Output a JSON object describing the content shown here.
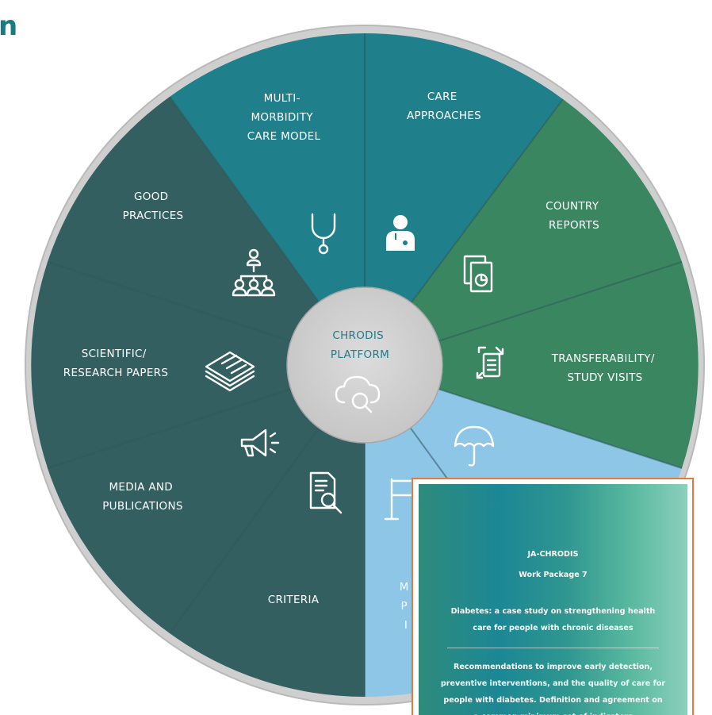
{
  "header": {
    "partial_title": "n"
  },
  "center": {
    "title_line1": "CHRODIS",
    "title_line2": "PLATFORM",
    "icon": "cloud-search-icon"
  },
  "segments": [
    {
      "id": "care-approaches",
      "lines": [
        "CARE",
        "APPROACHES"
      ],
      "icon": "doctor-icon",
      "color": "#1f7f8b"
    },
    {
      "id": "country-reports",
      "lines": [
        "COUNTRY",
        "REPORTS"
      ],
      "icon": "report-documents-icon",
      "color": "#3a8660"
    },
    {
      "id": "transferability",
      "lines": [
        "TRANSFERABILITY/",
        "STUDY VISITS"
      ],
      "icon": "transfer-document-icon",
      "color": "#3a8660"
    },
    {
      "id": "umbrella-area",
      "lines": [],
      "icon": "umbrella-icon",
      "color": "#8ec6e8"
    },
    {
      "id": "flag-area",
      "lines": [
        "M",
        "P",
        "I"
      ],
      "icon": "flag-icon",
      "color": "#8ec6e8"
    },
    {
      "id": "criteria",
      "lines": [
        "CRITERIA"
      ],
      "icon": "document-magnifier-icon",
      "color": "#335f60"
    },
    {
      "id": "media-publications",
      "lines": [
        "MEDIA AND",
        "PUBLICATIONS"
      ],
      "icon": "megaphone-icon",
      "color": "#335f60"
    },
    {
      "id": "scientific-papers",
      "lines": [
        "SCIENTIFIC/",
        "RESEARCH PAPERS"
      ],
      "icon": "paper-stack-icon",
      "color": "#335f60"
    },
    {
      "id": "good-practices",
      "lines": [
        "GOOD",
        "PRACTICES"
      ],
      "icon": "people-network-icon",
      "color": "#335f60"
    },
    {
      "id": "multimorbidity",
      "lines": [
        "MULTI-",
        "MORBIDITY",
        "CARE MODEL"
      ],
      "icon": "stethoscope-icon",
      "color": "#1f7f8b"
    }
  ],
  "document": {
    "lines": [
      "JA-CHRODIS",
      "Work Package 7",
      "Diabetes: a case study on strengthening health",
      "care for people with chronic diseases",
      "Recommendations to improve early detection,",
      "preventive interventions, and the quality of care for",
      "people with diabetes. Definition and agreement on",
      "a common minimum set of indicators"
    ]
  }
}
